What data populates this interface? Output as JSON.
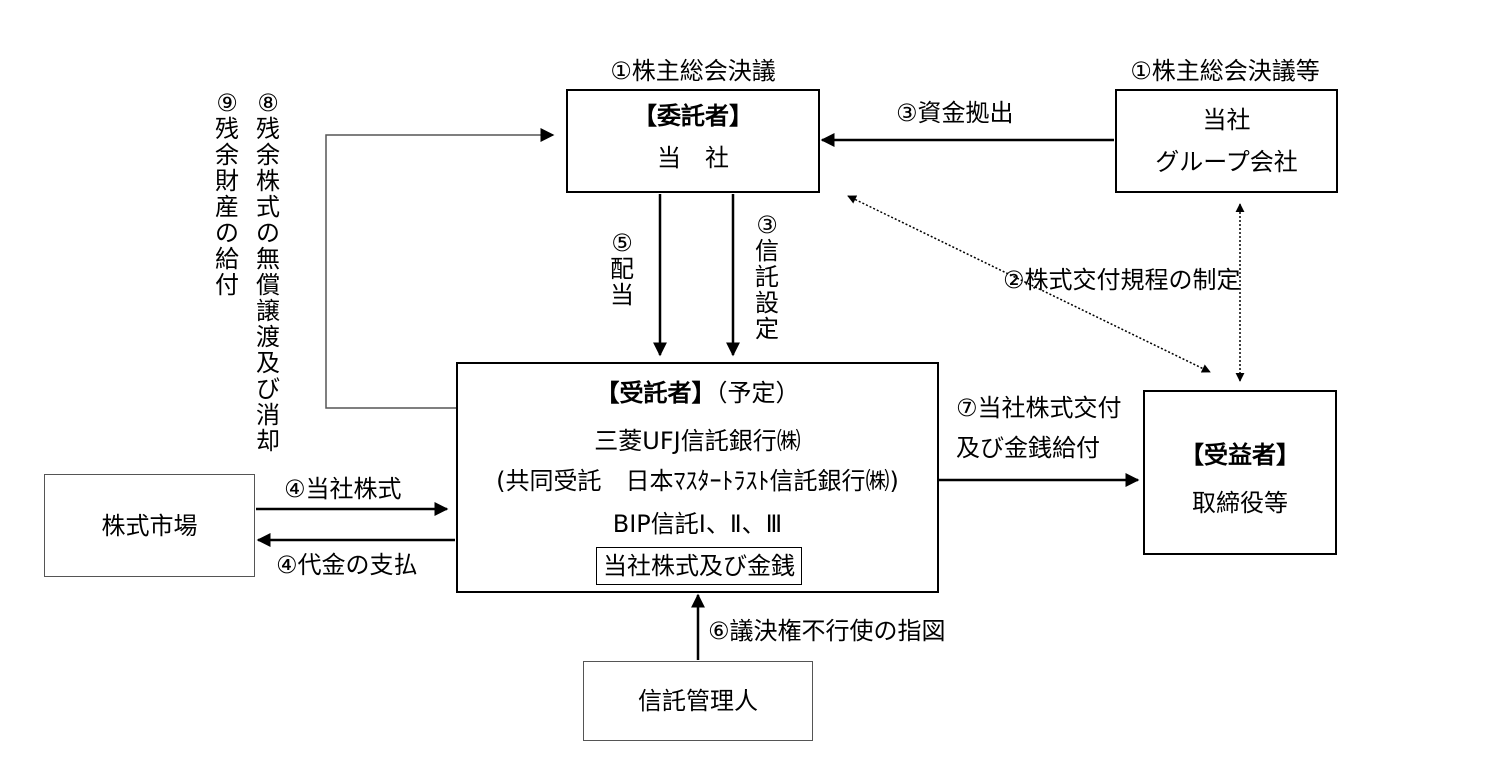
{
  "boxes": {
    "trustor": {
      "heading": "【委託者】",
      "name": "当　社",
      "top_label": "①株主総会決議"
    },
    "group_company": {
      "line1": "当社",
      "line2": "グループ会社",
      "top_label": "①株主総会決議等"
    },
    "trustee": {
      "heading": "【受託者】",
      "heading_note": "（予定）",
      "line1": "三菱UFJ信託銀行㈱",
      "line2": "(共同受託　日本ﾏｽﾀｰﾄﾗｽﾄ信託銀行㈱)",
      "line3": "BIP信託Ⅰ、Ⅱ、Ⅲ",
      "assets": "当社株式及び金銭"
    },
    "beneficiary": {
      "heading": "【受益者】",
      "name": "取締役等"
    },
    "stock_market": {
      "name": "株式市場"
    },
    "trust_administrator": {
      "name": "信託管理人"
    }
  },
  "flows": {
    "funding": "③資金拠出",
    "trust_setting": "③信託設定",
    "dividend": "⑤配当",
    "stock_delivery_rules": "②株式交付規程の制定",
    "delivery_line1": "⑦当社株式交付",
    "delivery_line2": "及び金銭給付",
    "stock_purchase": "④当社株式",
    "payment": "④代金の支払",
    "voting_instruction": "⑥議決権不行使の指図",
    "gratuitous_transfer": "⑧残余株式の無償譲渡及び消却",
    "residual_property": "⑨残余財産の給付"
  }
}
